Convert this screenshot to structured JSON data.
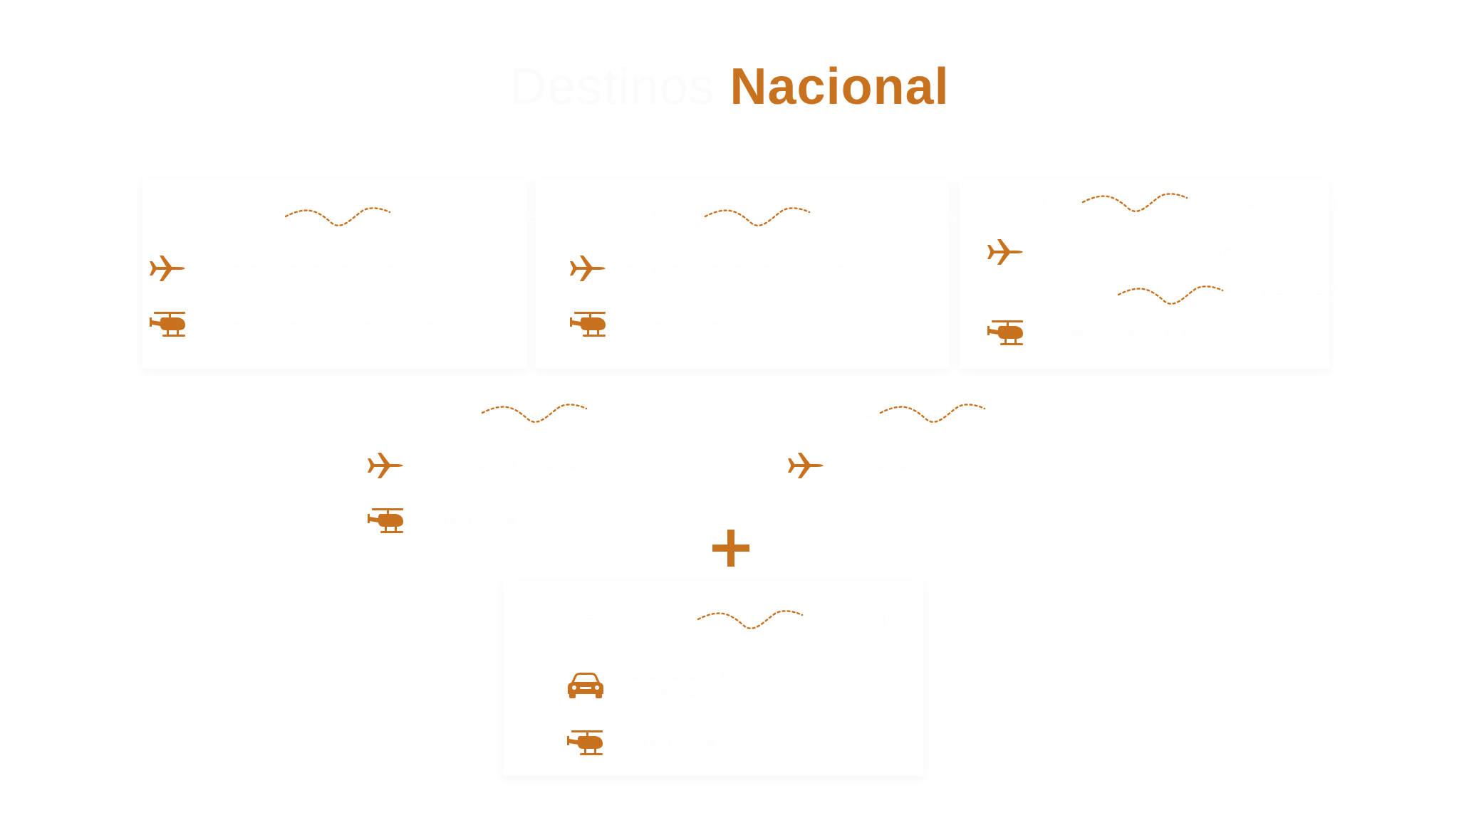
{
  "title": {
    "part1": "Destinos",
    "part2": "Nacional"
  },
  "accent_color": "#c8711e",
  "routes": [
    {
      "from": "PORTO ALEGRE",
      "to": "FLORIANÓPOLIS",
      "rows": [
        {
          "icon": "airplane-icon",
          "text": "Tempo estimado de voo (direto): 50 minutos"
        },
        {
          "icon": "helicopter-icon",
          "text": "Tempo estimado de voo: 1 hora e 50 minutos"
        }
      ]
    },
    {
      "from": "RIO DE JANEIRO",
      "to": "FLORIANÓPOLIS",
      "rows": [
        {
          "icon": "airplane-icon",
          "text": "Tempo estimado de voo (direto): 1h 30 minutos"
        },
        {
          "icon": "helicopter-icon",
          "text": "Tempo estimado de voo: 3h 30 minutos"
        }
      ]
    },
    {
      "from": "CURITIBA",
      "to": "FLORIANÓPOLIS",
      "rows": [
        {
          "icon": "airplane-icon",
          "text": "Tempo estimado de voo (direto): 50 minutos"
        }
      ]
    },
    {
      "from": "FLORIANÓPOLIS",
      "to": "BOM RETIRO",
      "rows": [
        {
          "icon": "helicopter-icon",
          "text": "Tempo estimado de voo: 50 minutos"
        }
      ]
    },
    {
      "from": "SÃO PAULO",
      "to": "FLORIANÓPOLIS",
      "rows": [
        {
          "icon": "airplane-icon",
          "text": "Tempo estimado de voo (direto): 1h 5 minutos"
        },
        {
          "icon": "helicopter-icon",
          "text": "Tempo estimado de voo: 3h 30 minutos"
        }
      ]
    },
    {
      "from": "BRASÍLIA",
      "to": "FLORIANÓPOLIS",
      "rows": [
        {
          "icon": "airplane-icon",
          "text": "Tempo estimado de voo (direto): 2h 5 minutos"
        }
      ]
    },
    {
      "from": "FLORIANÓPOLIS",
      "to": "BOM RETIRO",
      "rows": [
        {
          "icon": "car-icon",
          "text": "Distância: Cerca de 130 km",
          "text2": "Tempo médio: 2h"
        },
        {
          "icon": "helicopter-icon",
          "text": "Tempo estimado de voo: 30 minutos"
        }
      ]
    }
  ]
}
